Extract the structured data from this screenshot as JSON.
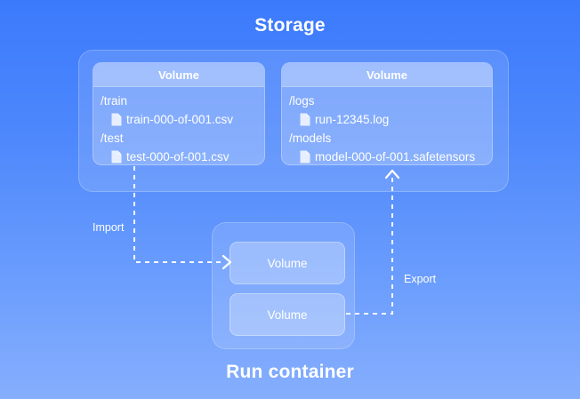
{
  "diagram": {
    "storage_title": "Storage",
    "run_title": "Run container",
    "colors": {
      "background_top": "#3b7afc",
      "background_bottom": "#86aefd",
      "text": "#ffffff",
      "card_fill": "rgba(255,255,255,0.22)",
      "panel_fill": "rgba(255,255,255,0.13)"
    }
  },
  "storage": {
    "volumes": [
      {
        "header": "Volume",
        "entries": [
          {
            "kind": "dir",
            "name": "/train"
          },
          {
            "kind": "file",
            "name": "train-000-of-001.csv",
            "icon": "file-icon"
          },
          {
            "kind": "dir",
            "name": "/test"
          },
          {
            "kind": "file",
            "name": "test-000-of-001.csv",
            "icon": "file-icon"
          }
        ]
      },
      {
        "header": "Volume",
        "entries": [
          {
            "kind": "dir",
            "name": "/logs"
          },
          {
            "kind": "file",
            "name": "run-12345.log",
            "icon": "file-icon"
          },
          {
            "kind": "dir",
            "name": "/models"
          },
          {
            "kind": "file",
            "name": "model-000-of-001.safetensors",
            "icon": "file-icon"
          }
        ]
      }
    ]
  },
  "run_container": {
    "volumes": [
      {
        "label": "Volume"
      },
      {
        "label": "Volume"
      }
    ]
  },
  "edges": [
    {
      "label": "Import",
      "icon": "arrow-right-icon",
      "from": "storage-volume-train",
      "to": "run-volume-1"
    },
    {
      "label": "Export",
      "icon": "arrow-up-icon",
      "from": "run-volume-2",
      "to": "storage-volume-logs"
    }
  ]
}
